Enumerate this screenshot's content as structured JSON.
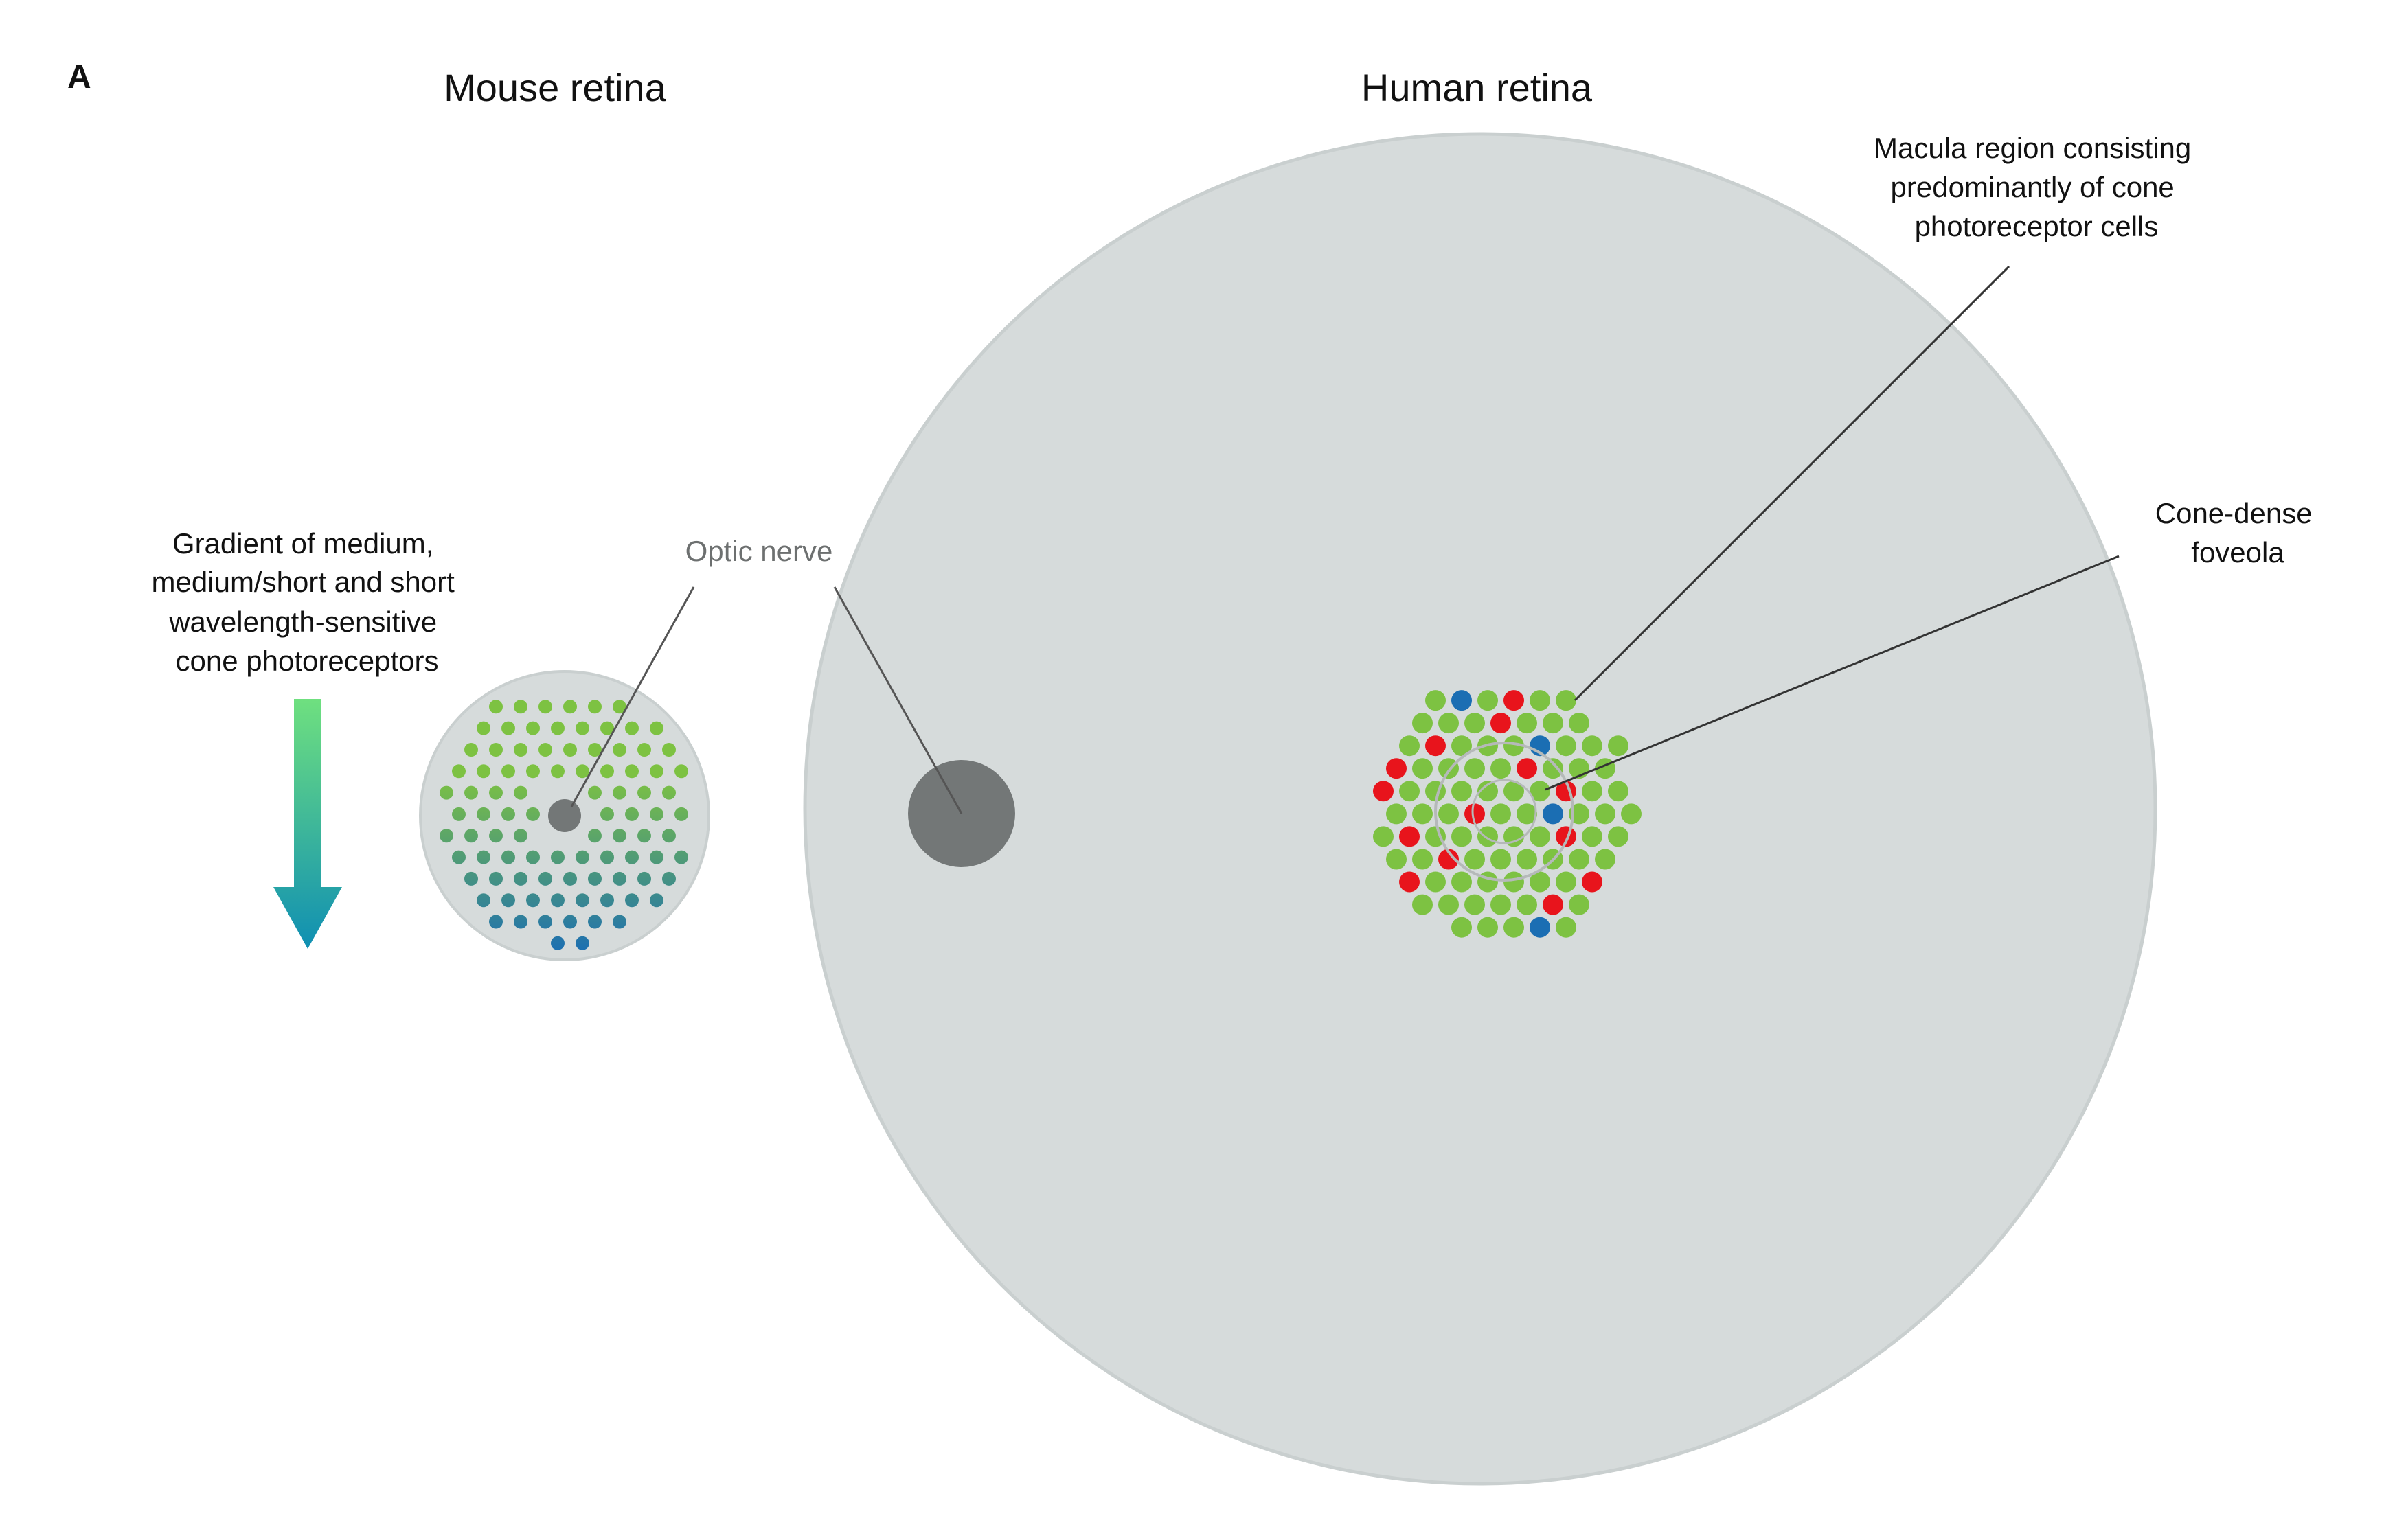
{
  "panel_label": "A",
  "mouse": {
    "title": "Mouse retina",
    "gradient_label": [
      "Gradient of medium,",
      "medium/short and short",
      "wavelength-sensitive",
      "cone photoreceptors"
    ]
  },
  "human": {
    "title": "Human retina",
    "macula_label": [
      "Macula region consisting",
      "predominantly of cone",
      "photoreceptor cells"
    ],
    "foveola_label": [
      "Cone-dense",
      "foveola"
    ]
  },
  "optic_nerve_label": "Optic nerve",
  "colors": {
    "retina_fill": "#d6dbdb",
    "retina_edge": "#c9cfcf",
    "optic_disc": "#737777",
    "cone_medium": "#7dc242",
    "cone_long": "#e8141c",
    "cone_short": "#1b6eb3",
    "gradient_top": "#6fe07f",
    "gradient_bottom": "#0f8fb3",
    "label_text": "#111111",
    "optic_label_text": "#6d7070"
  },
  "icons": {
    "gradient_arrow": "down-arrow-icon"
  }
}
